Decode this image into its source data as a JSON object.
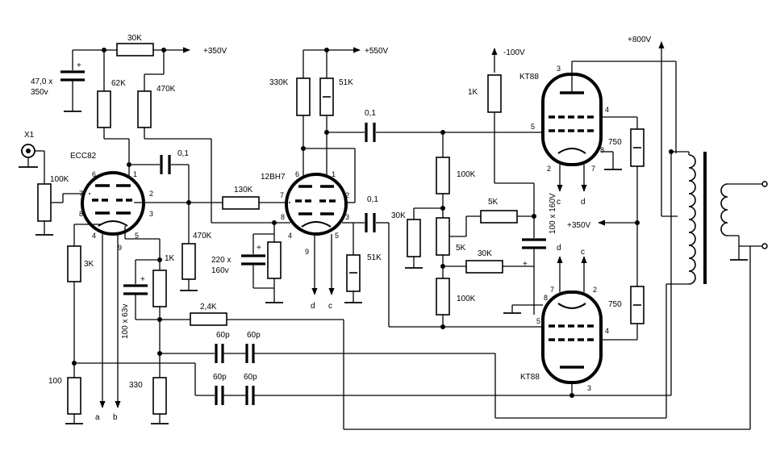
{
  "supplies": {
    "plus350_top": "+350V",
    "plus550": "+550V",
    "minus100": "-100V",
    "plus800": "+800V",
    "plus350_mid": "+350V"
  },
  "connector": {
    "label": "X1"
  },
  "tubes": {
    "v1": "ECC82",
    "v2": "12BH7",
    "v3": "KT88",
    "v4": "KT88"
  },
  "resistors": {
    "r30k_top": "30K",
    "r62k": "62K",
    "r470k_a": "470K",
    "r100k_pot": "100K",
    "r470k_b": "470K",
    "r3k": "3K",
    "r1k_cath": "1K",
    "r100": "100",
    "r330": "330",
    "r2_4k": "2,4K",
    "r130k": "130K",
    "r330k": "330K",
    "r51k_a": "51K",
    "r51k_b": "51K",
    "r1k_bias": "1K",
    "r100k_a": "100K",
    "r30k_mid": "30K",
    "r5k_a": "5K",
    "r5k_b": "5K",
    "r30k_low": "30K",
    "r100k_b": "100K",
    "r750_a": "750",
    "r750_b": "750"
  },
  "capacitors": {
    "c47": "47,0 x",
    "c47_v": "350v",
    "c01_a": "0,1",
    "c01_b": "0,1",
    "c01_c": "0,1",
    "c220": "220 x",
    "c220_v": "160v",
    "c100_63": "100 x 63v",
    "c100_160": "100 x 160V",
    "c60p_1": "60p",
    "c60p_2": "60p",
    "c60p_3": "60p",
    "c60p_4": "60p"
  },
  "pins": {
    "v1": [
      "6",
      "1",
      "7",
      "2",
      "8",
      "3",
      "4",
      "5",
      "9"
    ],
    "v2": [
      "6",
      "1",
      "7",
      "2",
      "8",
      "3",
      "4",
      "5",
      "9"
    ],
    "v3": [
      "3",
      "4",
      "5",
      "8",
      "2",
      "7"
    ],
    "v4": [
      "7",
      "2",
      "8",
      "5",
      "4",
      "3"
    ]
  },
  "heater_labels": {
    "a": "a",
    "b": "b",
    "d1": "d",
    "c1": "c",
    "c2": "c",
    "d2": "d",
    "d3": "d",
    "c3": "c"
  }
}
